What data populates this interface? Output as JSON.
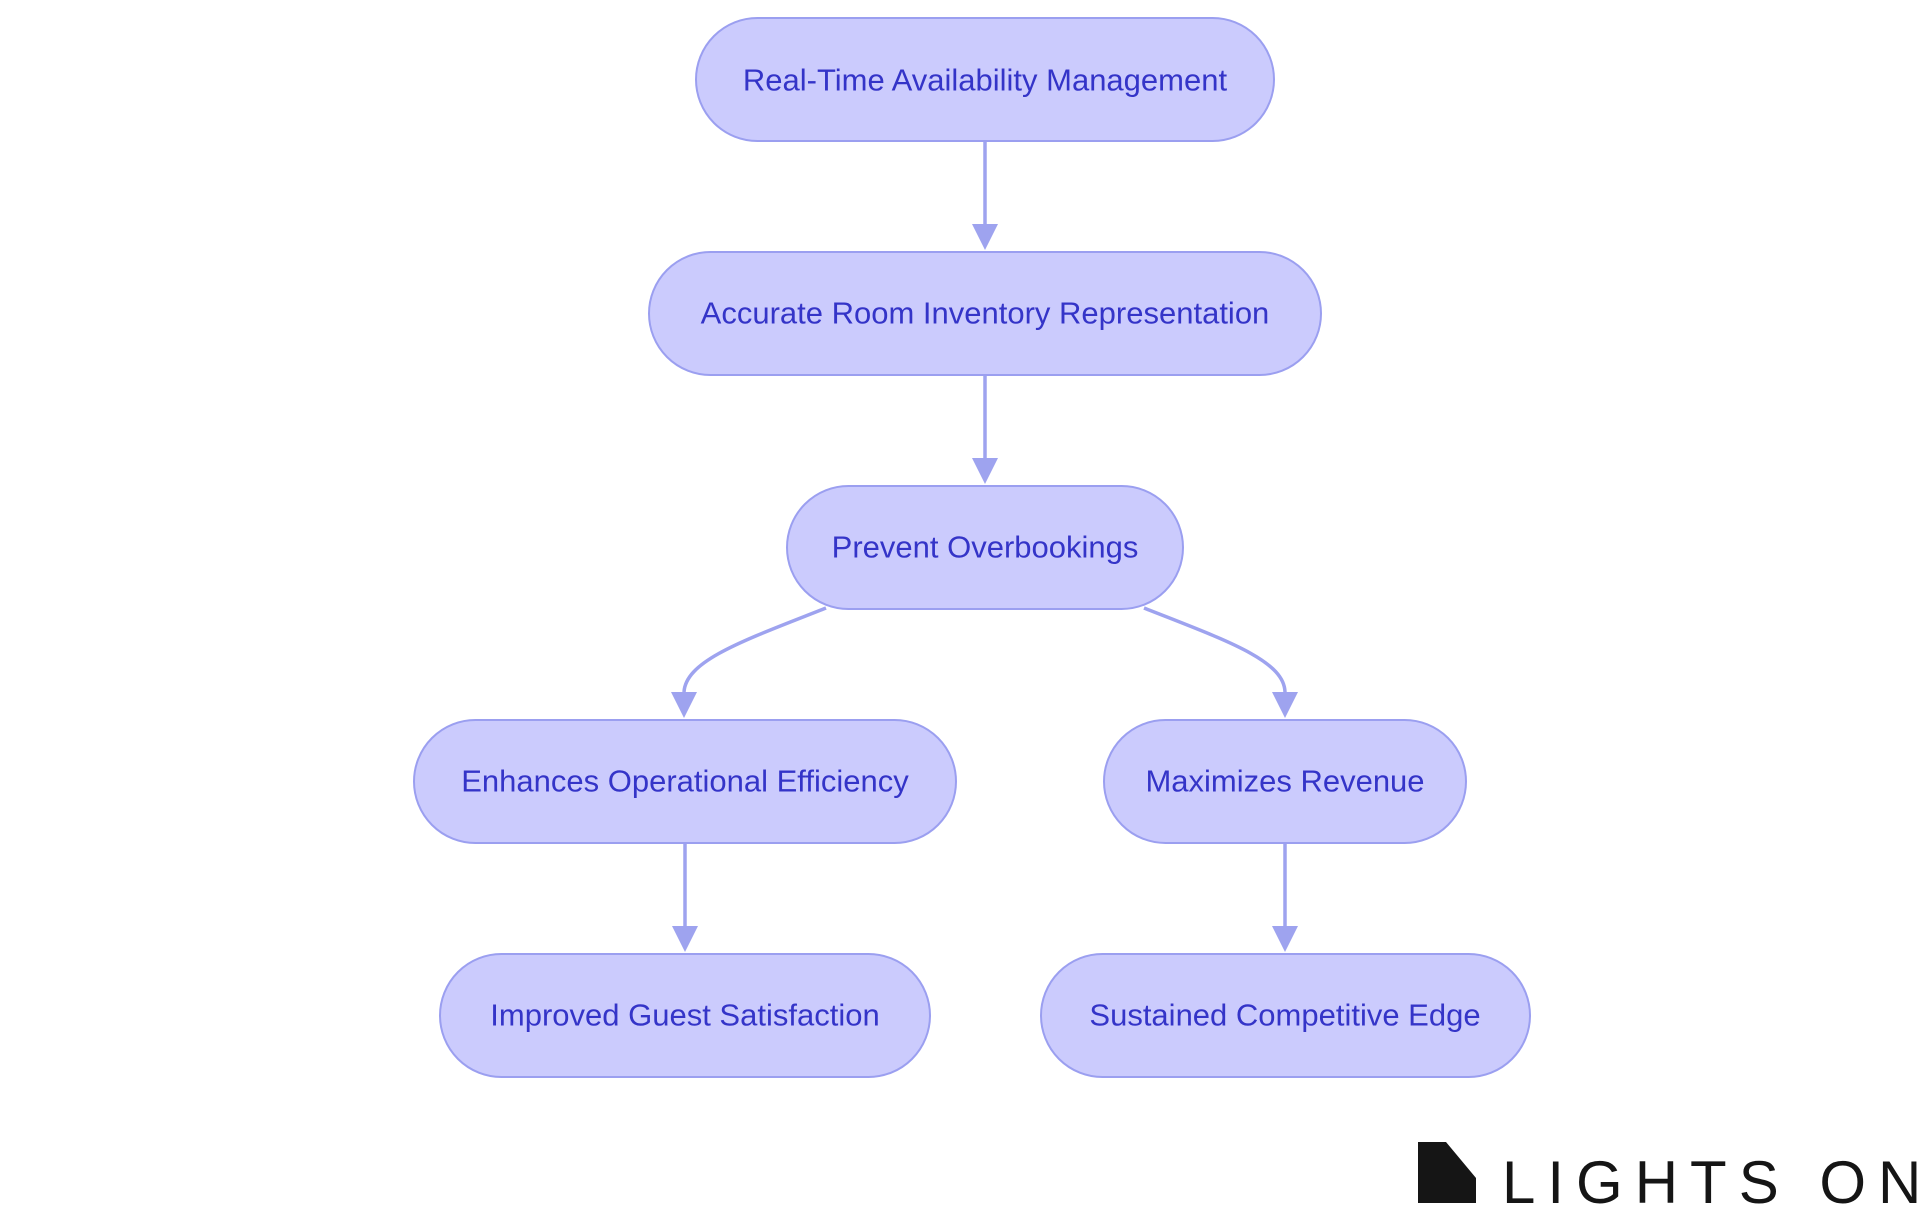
{
  "diagram": {
    "type": "flowchart",
    "direction": "top-down",
    "colors": {
      "node_fill": "#cbcbfd",
      "node_stroke": "#9b9ff0",
      "node_text": "#3434c8",
      "edge": "#9ea3ef"
    },
    "nodes": {
      "realtime": "Real-Time Availability Management",
      "inventory": "Accurate Room Inventory Representation",
      "overbookings": "Prevent Overbookings",
      "efficiency": "Enhances Operational Efficiency",
      "revenue": "Maximizes Revenue",
      "satisfaction": "Improved Guest Satisfaction",
      "edge": "Sustained Competitive Edge"
    },
    "edges": [
      {
        "from": "realtime",
        "to": "inventory"
      },
      {
        "from": "inventory",
        "to": "overbookings"
      },
      {
        "from": "overbookings",
        "to": "efficiency"
      },
      {
        "from": "overbookings",
        "to": "revenue"
      },
      {
        "from": "efficiency",
        "to": "satisfaction"
      },
      {
        "from": "revenue",
        "to": "edge"
      }
    ]
  },
  "logo": {
    "text": "LIGHTS ON",
    "icon": "lights-on-logo-mark-icon"
  }
}
